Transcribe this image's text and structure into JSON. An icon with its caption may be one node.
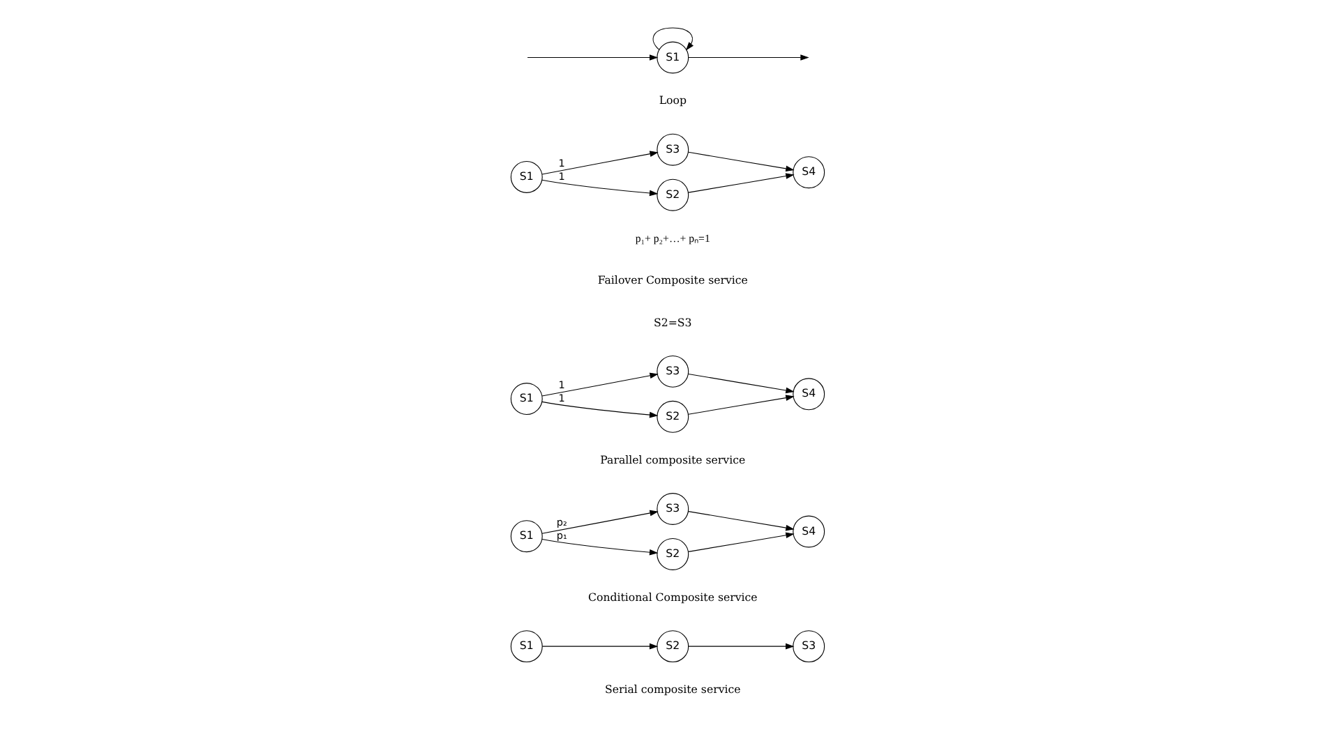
{
  "diagram": {
    "nodes": [
      {
        "text": [
          "S1"
        ]
      },
      {
        "text": [
          "S2"
        ]
      },
      {
        "text": [
          "S3"
        ]
      },
      {
        "text": [
          "S1"
        ]
      },
      {
        "text": [
          "S2"
        ]
      },
      {
        "text": [
          "S3"
        ]
      },
      {
        "text": [
          "S4"
        ]
      },
      {
        "text": [
          "S1"
        ]
      },
      {
        "text": [
          "S2"
        ]
      },
      {
        "text": [
          "S3"
        ]
      },
      {
        "text": [
          "S4"
        ]
      },
      {
        "text": [
          "S1"
        ]
      },
      {
        "text": [
          "S2"
        ]
      },
      {
        "text": [
          "S3"
        ]
      },
      {
        "text": [
          "S4"
        ]
      },
      {
        "text": [
          "S1"
        ]
      }
    ],
    "edges": [
      {
        "from": 0,
        "to": 1,
        "arrow": "to"
      },
      {
        "from": 1,
        "to": 2,
        "arrow": "to"
      },
      {
        "from": 3,
        "to": 4,
        "arrow": "to",
        "label": "p₁"
      },
      {
        "from": 3,
        "to": 5,
        "arrow": "to",
        "label": "p₂"
      },
      {
        "from": 4,
        "to": 6,
        "arrow": "to"
      },
      {
        "from": 5,
        "to": 6,
        "arrow": "to"
      },
      {
        "from": 7,
        "to": 8,
        "arrow": "to",
        "label": "1"
      },
      {
        "from": 7,
        "to": 9,
        "arrow": "to",
        "label": "1"
      },
      {
        "from": 8,
        "to": 10,
        "arrow": "to"
      },
      {
        "from": 9,
        "to": 10,
        "arrow": "to"
      },
      {
        "from": 11,
        "to": 12,
        "arrow": "to",
        "label": "1"
      },
      {
        "from": 11,
        "to": 13,
        "arrow": "to",
        "label": "1"
      },
      {
        "from": 12,
        "to": 14,
        "arrow": "to"
      },
      {
        "from": 13,
        "to": 14,
        "arrow": "to"
      },
      {
        "from": null,
        "to": 15,
        "arrow": "to"
      },
      {
        "from": 15,
        "to": 15,
        "arrow": "to"
      },
      {
        "from": 15,
        "to": null,
        "arrow": "to"
      }
    ],
    "labels": [
      "Serial composite service",
      "Conditional Composite service",
      "Parallel composite service",
      "p₁+ p₂+…+ pₙ=1",
      "Failover Composite service",
      "S2=S3",
      "Loop"
    ]
  }
}
